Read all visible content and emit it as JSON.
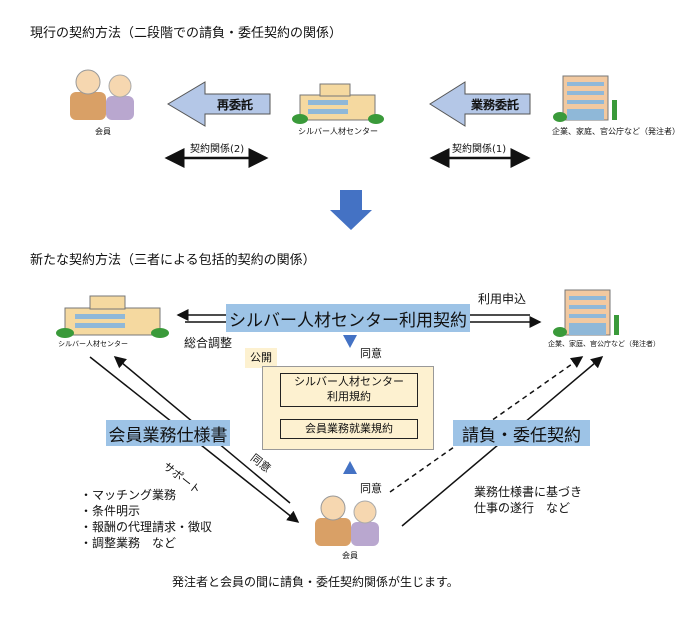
{
  "current": {
    "title": "現行の契約方法（二段階での請負・委任契約の関係）",
    "member_label": "会員",
    "center_label": "シルバー人材センター",
    "client_label": "企業、家庭、官公庁など（発注者）",
    "arrow_resubcontract": "再委託",
    "arrow_commission": "業務委託",
    "relation_2": "契約関係(2)",
    "relation_1": "契約関係(1)"
  },
  "new": {
    "title": "新たな契約方法（三者による包括的契約の関係）",
    "center_label": "シルバー人材センター",
    "client_label": "企業、家庭、官公庁など（発注者）",
    "member_label": "会員",
    "usage_contract": "シルバー人材センター利用契約",
    "application": "利用申込",
    "coordination": "総合調整",
    "consent_top": "同意",
    "public_tag": "公開",
    "terms": "シルバー人材センター\n利用規約",
    "work_rules": "会員業務就業規約",
    "spec_box": "会員業務仕様書",
    "contract_box": "請負・委任契約",
    "support": "サポート",
    "consent_left": "同意",
    "consent_bottom": "同意",
    "support_items": [
      "・マッチング業務",
      "・条件明示",
      "・報酬の代理請求・徴収",
      "・調整業務　など"
    ],
    "work_text": [
      "業務仕様書に基づき",
      "仕事の遂行　など"
    ],
    "footer": "発注者と会員の間に請負・委任契約関係が生じます。"
  },
  "colors": {
    "blue_box": "#9dc3e6",
    "arrow_fill": "#b4c7e7",
    "down_arrow": "#4472c4",
    "doc_bg": "#fdf1d0"
  }
}
